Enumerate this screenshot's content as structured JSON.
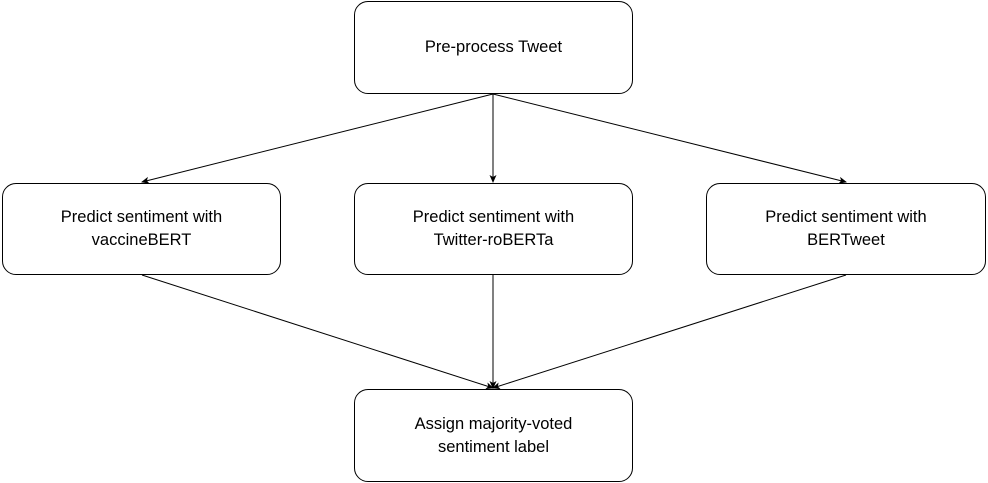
{
  "nodes": {
    "preprocess": {
      "label": "Pre-process Tweet"
    },
    "vaccinebert": {
      "label": "Predict sentiment with\nvaccineBERT"
    },
    "roberta": {
      "label": "Predict sentiment with\nTwitter-roBERTa"
    },
    "bertweet": {
      "label": "Predict sentiment with\nBERTweet"
    },
    "assign": {
      "label": "Assign majority-voted\nsentiment label"
    }
  },
  "edges": [
    {
      "from": "preprocess",
      "to": "vaccinebert"
    },
    {
      "from": "preprocess",
      "to": "roberta"
    },
    {
      "from": "preprocess",
      "to": "bertweet"
    },
    {
      "from": "vaccinebert",
      "to": "assign"
    },
    {
      "from": "roberta",
      "to": "assign"
    },
    {
      "from": "bertweet",
      "to": "assign"
    }
  ],
  "colors": {
    "stroke": "#000000",
    "background": "#ffffff"
  }
}
